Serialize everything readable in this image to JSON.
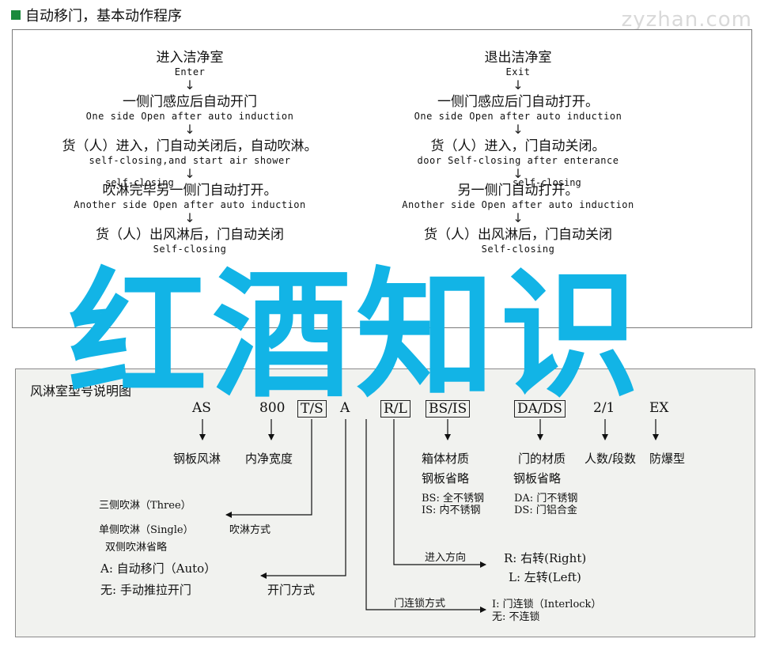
{
  "header": {
    "title": "自动移门，基本动作程序",
    "watermark": "zyzhan.com"
  },
  "overlay_text": "红酒知识",
  "flow_enter": {
    "title_zh": "进入洁净室",
    "title_en": "Enter",
    "steps": [
      {
        "zh": "一侧门感应后自动开门",
        "en": "One side Open after auto induction"
      },
      {
        "zh": "货（人）进入，门自动关闭后，自动吹淋。",
        "en": "self-closing,and start air shower"
      },
      {
        "zh": "吹淋完毕另一侧门自动打开。",
        "en": "Another side Open after auto induction"
      },
      {
        "zh": "货（人）出风淋后，门自动关闭",
        "en": "Self-closing"
      }
    ],
    "overlap_en": "self-closing"
  },
  "flow_exit": {
    "title_zh": "退出洁净室",
    "title_en": "Exit",
    "steps": [
      {
        "zh": "一侧门感应后门自动打开。",
        "en": "One side Open after auto induction"
      },
      {
        "zh": "货（人）进入，门自动关闭。",
        "en": "door Self-closing after enterance"
      },
      {
        "zh": "另一侧门自动打开。",
        "en": "Another side Open after auto induction"
      },
      {
        "zh": "货（人）出风淋后，门自动关闭",
        "en": "Self-closing"
      }
    ],
    "overlap_en": "self-closing"
  },
  "model_diagram": {
    "title": "风淋室型号说明图",
    "codes": [
      {
        "id": "as",
        "text": "AS",
        "boxed": false
      },
      {
        "id": "800",
        "text": "800",
        "boxed": false
      },
      {
        "id": "ts",
        "text": "T/S",
        "boxed": true
      },
      {
        "id": "a",
        "text": "A",
        "boxed": false
      },
      {
        "id": "rl",
        "text": "R/L",
        "boxed": true
      },
      {
        "id": "bs",
        "text": "BS/IS",
        "boxed": true
      },
      {
        "id": "da",
        "text": "DA/DS",
        "boxed": true
      },
      {
        "id": "num",
        "text": "2/1",
        "boxed": false
      },
      {
        "id": "ex",
        "text": "EX",
        "boxed": false
      }
    ],
    "labels": {
      "as": "钢板风淋",
      "width": "内净宽度",
      "box_material": "箱体材质",
      "box_default": "钢板省略",
      "door_material": "门的材质",
      "door_default": "钢板省略",
      "persons": "人数/段数",
      "explosion": "防爆型",
      "bs": "BS: 全不锈钢",
      "is": "IS: 内不锈钢",
      "da": "DA: 门不锈钢",
      "ds": "DS: 门铝合金",
      "three": "三侧吹淋（Three）",
      "single": "单侧吹淋（Single）",
      "shower_mode": "吹淋方式",
      "double": "双侧吹淋省略",
      "auto": "A: 自动移门（Auto）",
      "manual": "无: 手动推拉开门",
      "door_mode": "开门方式",
      "direction": "进入方向",
      "right": "R: 右转(Right)",
      "left": "L: 左转(Left)",
      "lock_mode": "门连锁方式",
      "interlock": "I: 门连锁（Interlock）",
      "no_lock": "无: 不连锁"
    }
  }
}
